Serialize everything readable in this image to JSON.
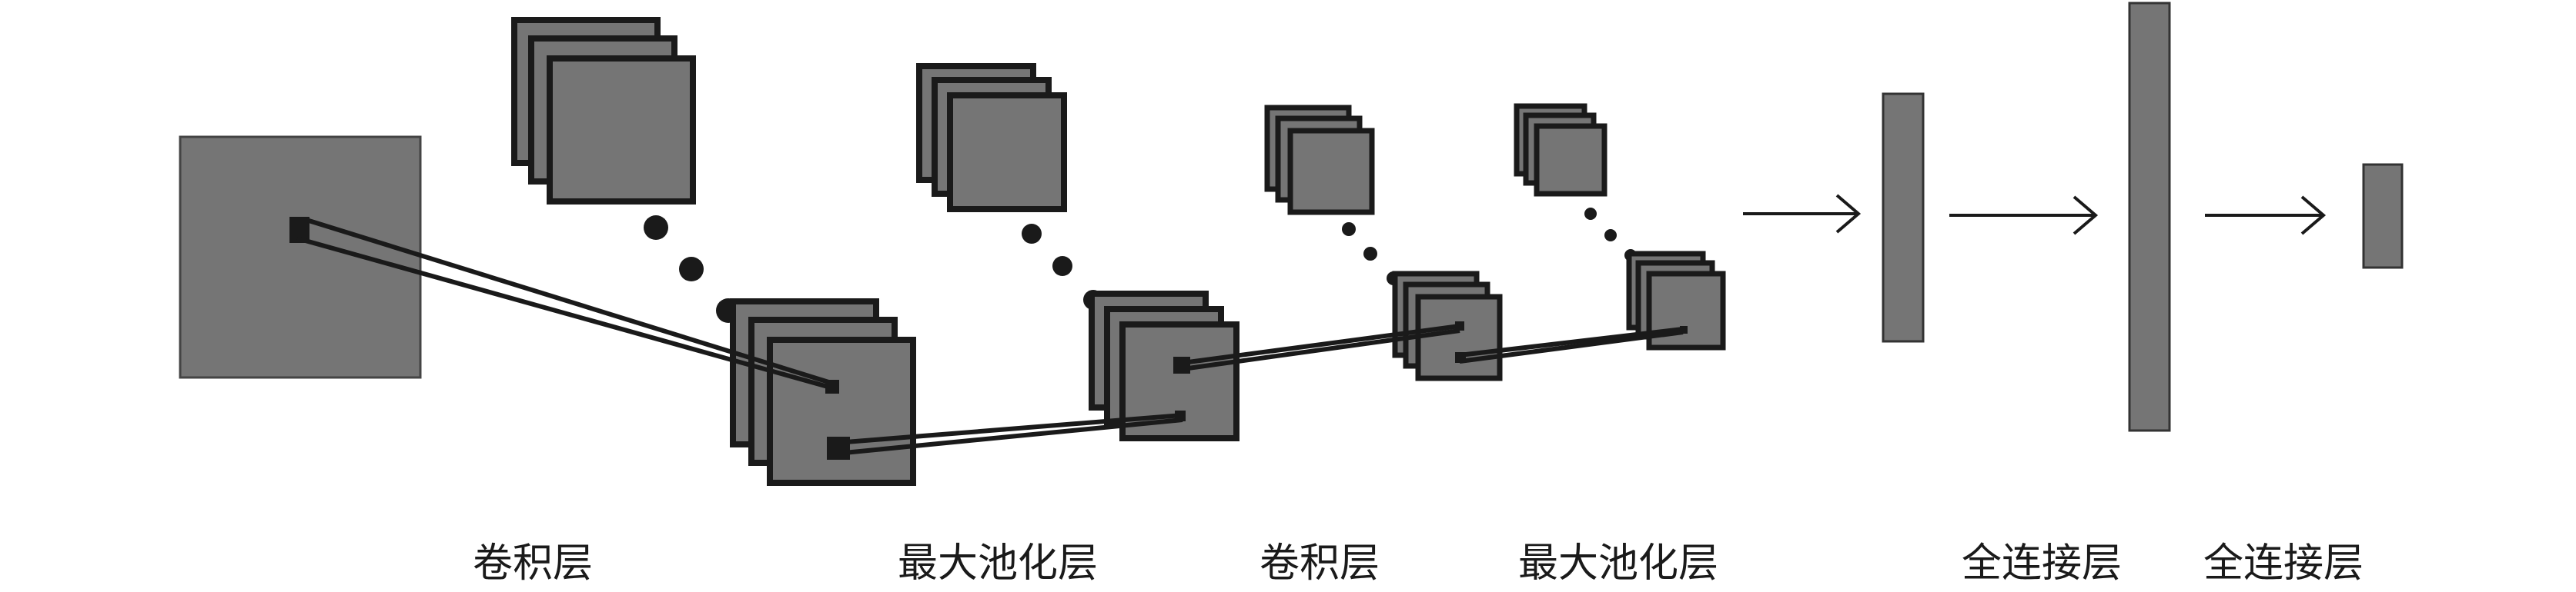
{
  "labels": {
    "conv1": "卷积层",
    "pool1": "最大池化层",
    "conv2": "卷积层",
    "pool2": "最大池化层",
    "fc1": "全连接层",
    "fc2": "全连接层"
  },
  "colors": {
    "fill": "#757575",
    "stroke": "#1a1a1a",
    "background": "#ffffff"
  }
}
